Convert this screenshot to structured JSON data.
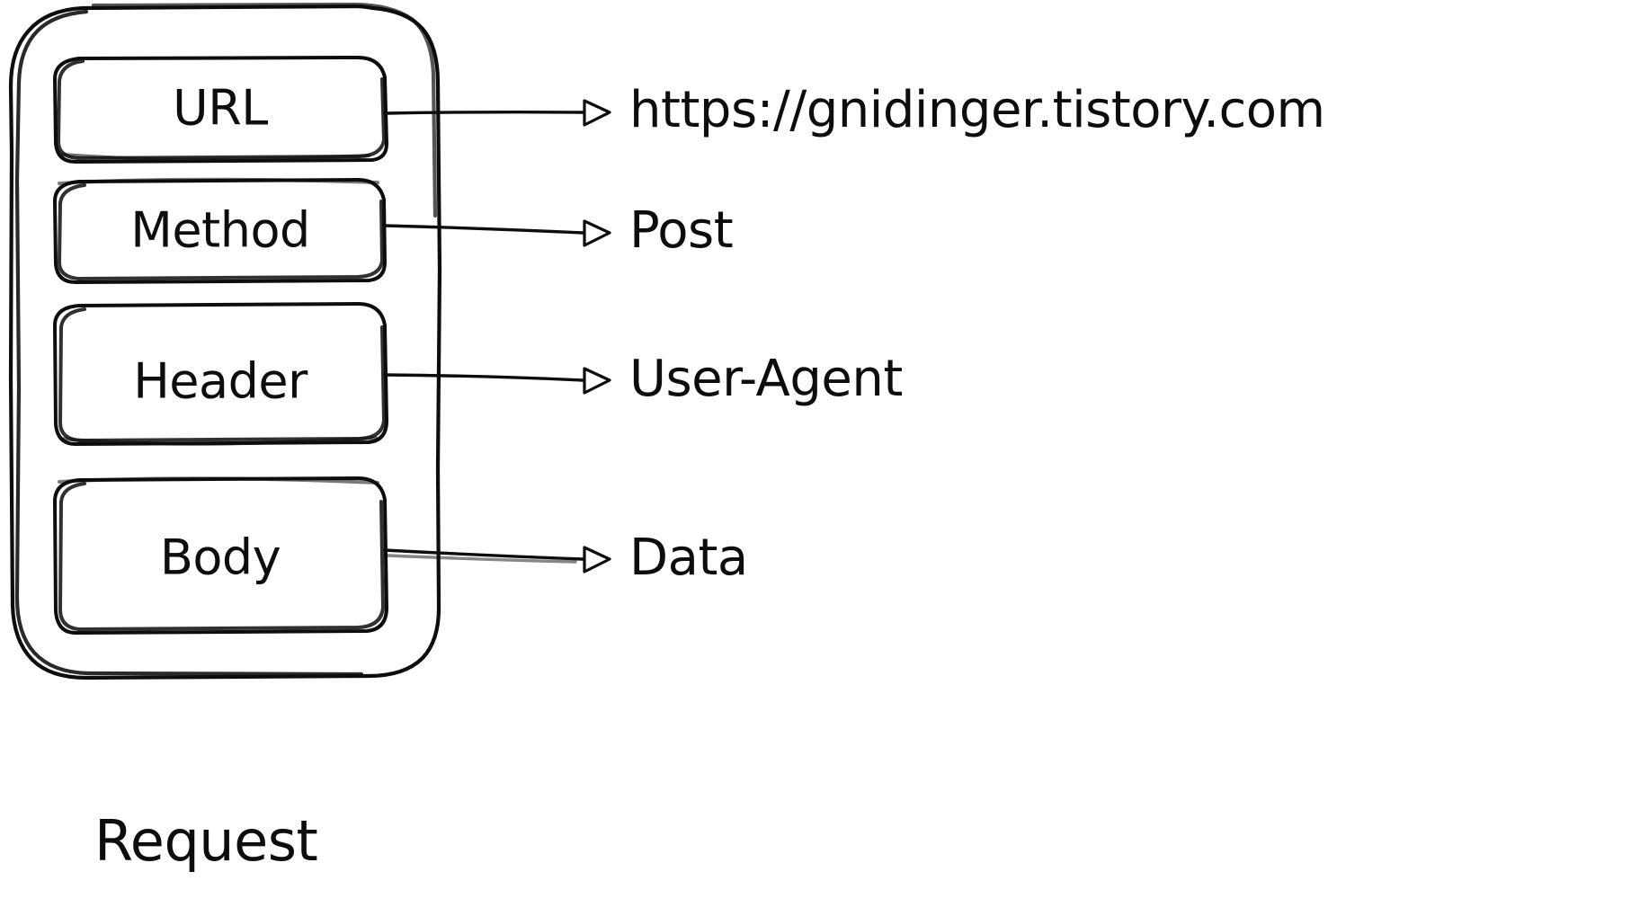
{
  "diagram": {
    "title_caption": "Request",
    "container": {
      "name": "request-container"
    },
    "fields": [
      {
        "label": "URL",
        "value": "https://gnidinger.tistory.com"
      },
      {
        "label": "Method",
        "value": "Post"
      },
      {
        "label": "Header",
        "value": "User-Agent"
      },
      {
        "label": "Body",
        "value": "Data"
      }
    ],
    "style": {
      "stroke_color": "#0d0d0d",
      "background_color": "#ffffff",
      "arrowhead": "hollow-triangle-right"
    }
  }
}
